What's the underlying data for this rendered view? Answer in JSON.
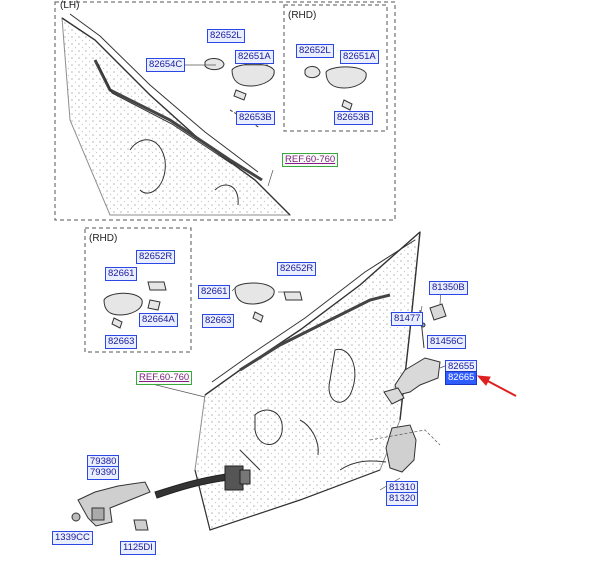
{
  "sections": {
    "lh": "(LH)",
    "rhd_top": "(RHD)",
    "rhd_bottom": "(RHD)"
  },
  "parts": {
    "p82652L_top": "82652L",
    "p82651A_top": "82651A",
    "p82654C": "82654C",
    "p82653B_top": "82653B",
    "p82652L_rhd": "82652L",
    "p82651A_rhd": "82651A",
    "p82653B_rhd": "82653B",
    "p82652R_rhd": "82652R",
    "p82661_rhd": "82661",
    "p82664A": "82664A",
    "p82663_rhd": "82663",
    "p82652R_mid": "82652R",
    "p82661_mid": "82661",
    "p82663_mid": "82663",
    "p81350B": "81350B",
    "p81477": "81477",
    "p81456C": "81456C",
    "p82655": "82655",
    "p82665": "82665",
    "p79380": "79380",
    "p79390": "79390",
    "p1339CC": "1339CC",
    "p1125DI": "1125DI",
    "p81310": "81310",
    "p81320": "81320"
  },
  "refs": {
    "top": "REF.60-760",
    "bottom": "REF.60-760"
  },
  "colors": {
    "label_border": "#2b48e6",
    "label_fill": "#e9efff",
    "highlight": "#2f5cff",
    "arrow": "#e02020",
    "line": "#333333"
  }
}
